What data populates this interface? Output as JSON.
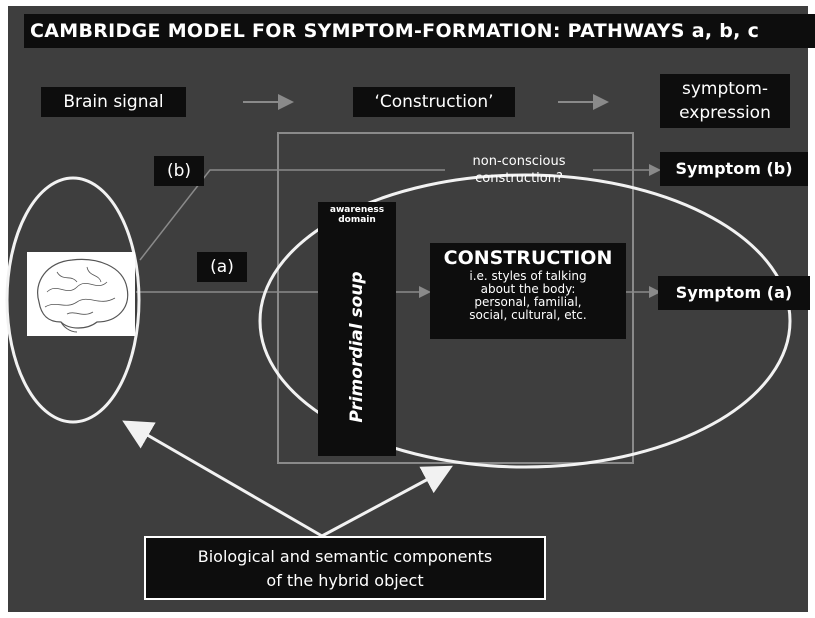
{
  "title": "CAMBRIDGE MODEL FOR SYMPTOM-FORMATION: PATHWAYS a, b, c",
  "headers": {
    "brain_signal": "Brain signal",
    "construction": "‘Construction’",
    "expression_line1": "symptom-",
    "expression_line2": "expression"
  },
  "pathway_labels": {
    "b": "(b)",
    "a": "(a)"
  },
  "non_conscious": {
    "line1": "non-conscious",
    "line2": "construction?"
  },
  "symptoms": {
    "b": "Symptom (b)",
    "a": "Symptom (a)"
  },
  "awareness": {
    "line1": "awareness",
    "line2": "domain"
  },
  "primordial_soup": "Primordial soup",
  "construction_box": {
    "heading": "CONSTRUCTION",
    "line1": "i.e. styles of talking",
    "line2": "about the body:",
    "line3": "personal, familial,",
    "line4": "social, cultural, etc."
  },
  "caption": {
    "line1": "Biological and semantic components",
    "line2": "of the hybrid object"
  },
  "brain_image": "brain-sketch",
  "colors": {
    "panel": "#3e3e3e",
    "boxes": "#0d0d0d",
    "lines": "#8a8a8a",
    "ovals": "#f2f2f2",
    "text": "#ffffff"
  }
}
